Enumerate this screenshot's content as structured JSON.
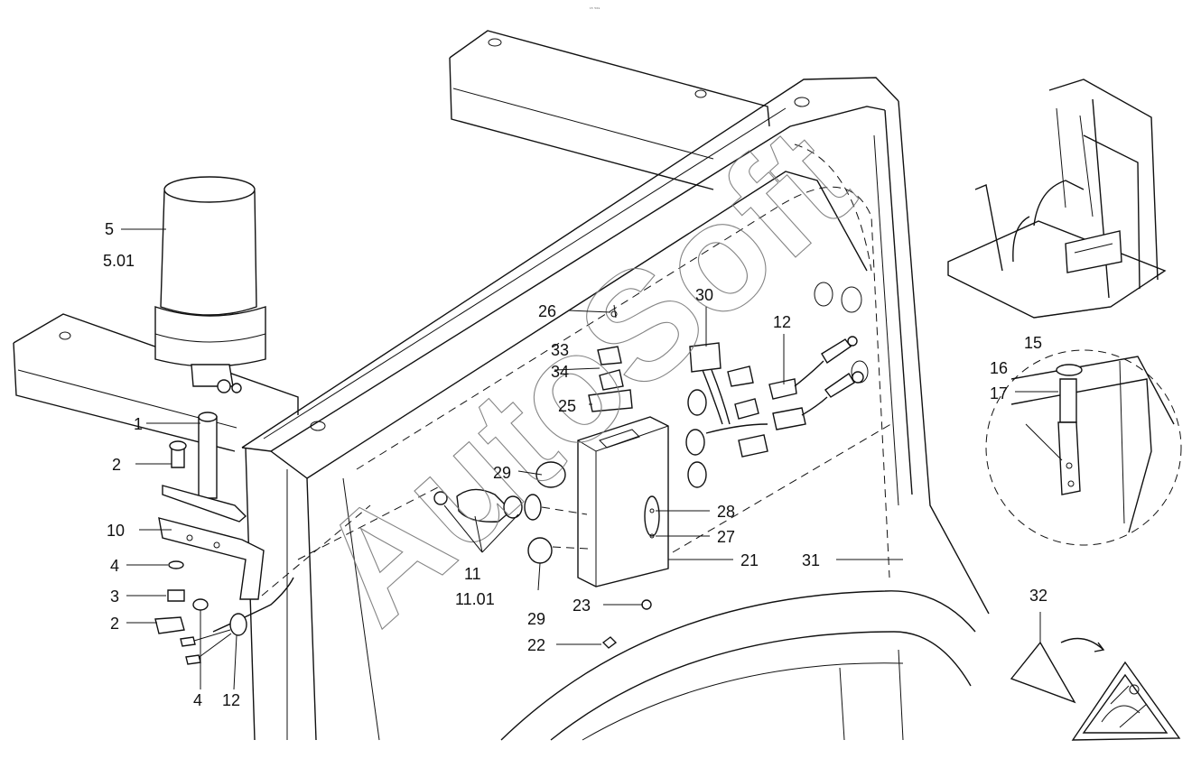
{
  "header": {
    "code": "¹⁵ ⁵⁶⁹"
  },
  "watermark": "AutoSoft",
  "callouts": [
    {
      "id": "c5",
      "text": "5"
    },
    {
      "id": "c501",
      "text": "5.01"
    },
    {
      "id": "c1",
      "text": "1"
    },
    {
      "id": "c2a",
      "text": "2"
    },
    {
      "id": "c10",
      "text": "10"
    },
    {
      "id": "c4a",
      "text": "4"
    },
    {
      "id": "c3",
      "text": "3"
    },
    {
      "id": "c2b",
      "text": "2"
    },
    {
      "id": "c4b",
      "text": "4"
    },
    {
      "id": "c12a",
      "text": "12"
    },
    {
      "id": "c11",
      "text": "11"
    },
    {
      "id": "c1101",
      "text": "11.01"
    },
    {
      "id": "c29a",
      "text": "29"
    },
    {
      "id": "c29b",
      "text": "29"
    },
    {
      "id": "c26",
      "text": "26"
    },
    {
      "id": "c30",
      "text": "30"
    },
    {
      "id": "c33",
      "text": "33"
    },
    {
      "id": "c34",
      "text": "34"
    },
    {
      "id": "c25",
      "text": "25"
    },
    {
      "id": "c28",
      "text": "28"
    },
    {
      "id": "c27",
      "text": "27"
    },
    {
      "id": "c21",
      "text": "21"
    },
    {
      "id": "c23",
      "text": "23"
    },
    {
      "id": "c22",
      "text": "22"
    },
    {
      "id": "c12b",
      "text": "12"
    },
    {
      "id": "c31",
      "text": "31"
    },
    {
      "id": "c15",
      "text": "15"
    },
    {
      "id": "c16",
      "text": "16"
    },
    {
      "id": "c17",
      "text": "17"
    },
    {
      "id": "c32",
      "text": "32"
    }
  ]
}
